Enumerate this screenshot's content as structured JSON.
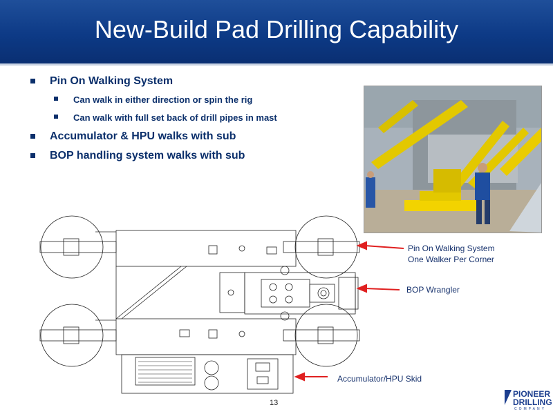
{
  "slide": {
    "title": "New-Build Pad Drilling Capability",
    "page_number": "13"
  },
  "bullets": [
    {
      "text": "Pin On Walking System",
      "sub": [
        "Can walk in either direction or spin the rig",
        "Can walk with full set back of drill pipes in mast"
      ]
    },
    {
      "text": "Accumulator & HPU walks with sub"
    },
    {
      "text": "BOP handling system walks with sub"
    }
  ],
  "callouts": {
    "walking_line1": "Pin On Walking System",
    "walking_line2": "One Walker Per Corner",
    "bop": "BOP Wrangler",
    "accumulator": "Accumulator/HPU Skid"
  },
  "logo": {
    "line1": "PIONEER",
    "line2": "DRILLING",
    "line3": "COMPANY"
  },
  "colors": {
    "header": "#0d3a86",
    "text": "#0b2f6b",
    "arrow": "#e02020",
    "rig_yellow": "#f2d300"
  }
}
